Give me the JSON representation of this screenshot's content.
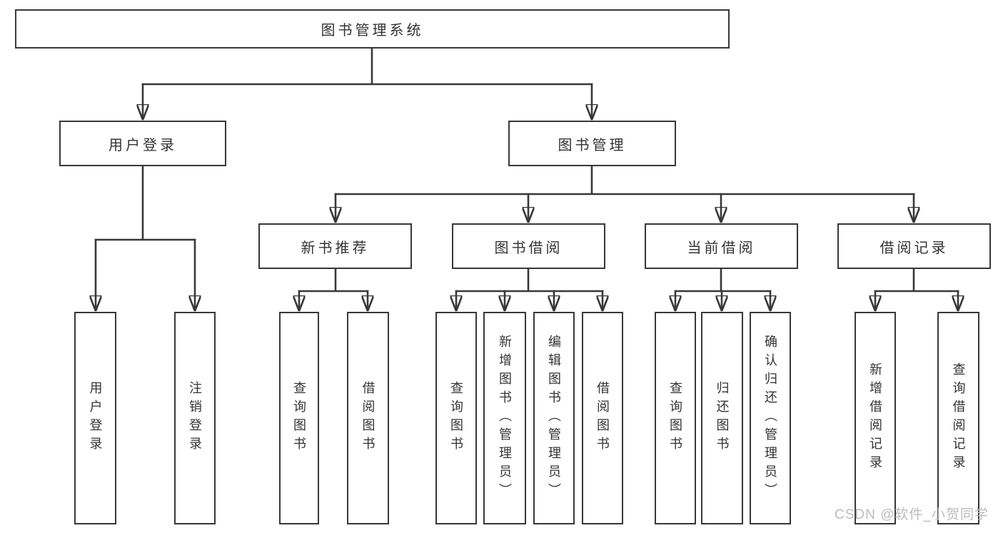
{
  "colors": {
    "line": "#383838",
    "text": "#333333",
    "node_background": "#ffffff",
    "page_background": "#ffffff",
    "watermark": "#bcbcbc"
  },
  "watermark": {
    "text": "CSDN @软件_小贺同学"
  },
  "tree": {
    "label": "图书管理系统",
    "children": [
      {
        "label": "用户登录",
        "children": [
          {
            "label": "用户登录"
          },
          {
            "label": "注销登录"
          }
        ]
      },
      {
        "label": "图书管理",
        "children": [
          {
            "label": "新书推荐",
            "children": [
              {
                "label": "查询图书"
              },
              {
                "label": "借阅图书"
              }
            ]
          },
          {
            "label": "图书借阅",
            "children": [
              {
                "label": "查询图书"
              },
              {
                "label": "新增图书（管理员）"
              },
              {
                "label": "编辑图书（管理员）"
              },
              {
                "label": "借阅图书"
              }
            ]
          },
          {
            "label": "当前借阅",
            "children": [
              {
                "label": "查询图书"
              },
              {
                "label": "归还图书"
              },
              {
                "label": "确认归还（管理员）"
              }
            ]
          },
          {
            "label": "借阅记录",
            "children": [
              {
                "label": "新增借阅记录"
              },
              {
                "label": "查询借阅记录"
              }
            ]
          }
        ]
      }
    ]
  }
}
